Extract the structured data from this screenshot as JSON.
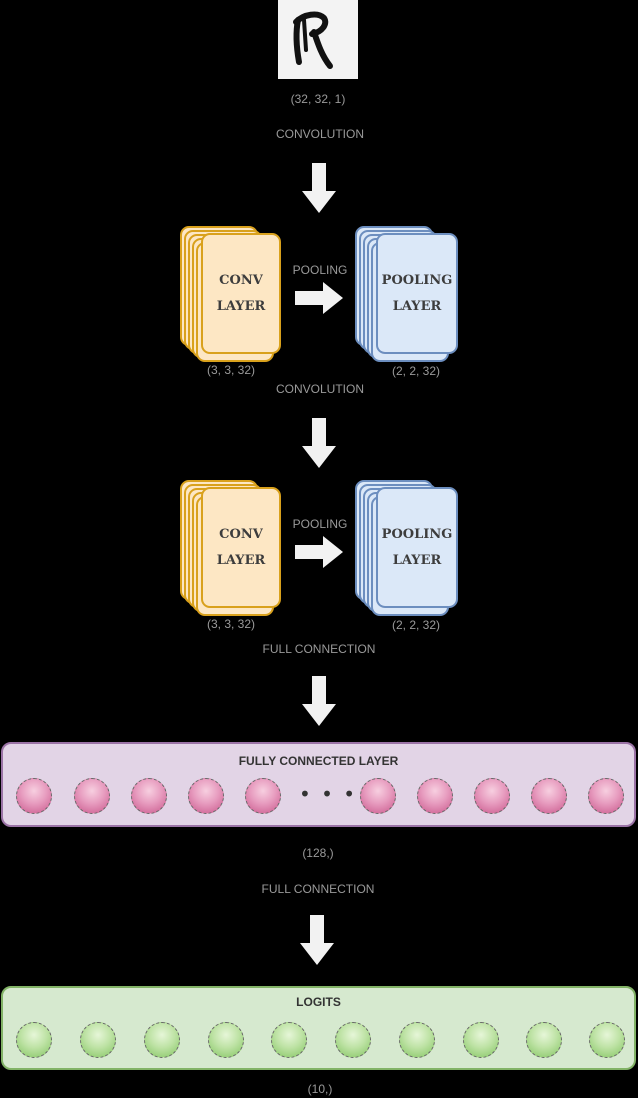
{
  "input": {
    "shape_label": "(32, 32, 1)",
    "glyph": "R",
    "glyph_icon": "handwritten-digit-image"
  },
  "steps": {
    "conv1_label": "CONVOLUTION",
    "conv2_label": "CONVOLUTION",
    "full1_label": "FULL CONNECTION",
    "full2_label": "FULL CONNECTION"
  },
  "block1": {
    "conv_line1": "CONV",
    "conv_line2": "LAYER",
    "conv_shape": "(3, 3, 32)",
    "pooling_label": "POOLING",
    "pool_line1": "POOLING",
    "pool_line2": "LAYER",
    "pool_shape": "(2, 2, 32)"
  },
  "block2": {
    "conv_line1": "CONV",
    "conv_line2": "LAYER",
    "conv_shape": "(3, 3, 32)",
    "pooling_label": "POOLING",
    "pool_line1": "POOLING",
    "pool_line2": "LAYER",
    "pool_shape": "(2, 2, 32)"
  },
  "fully_connected": {
    "title": "FULLY CONNECTED LAYER",
    "ellipsis": "• • •",
    "shape": "(128,)"
  },
  "logits": {
    "title": "LOGITS",
    "shape": "(10,)"
  },
  "colors": {
    "background": "#000000",
    "conv_fill": "#fde7c4",
    "conv_border": "#d9a11c",
    "pool_fill": "#dbe8f8",
    "pool_border": "#6c8ebf",
    "fc_fill": "#e2d4e6",
    "fc_border": "#9b73a6",
    "logits_fill": "#d6e9cf",
    "logits_border": "#82b366"
  }
}
